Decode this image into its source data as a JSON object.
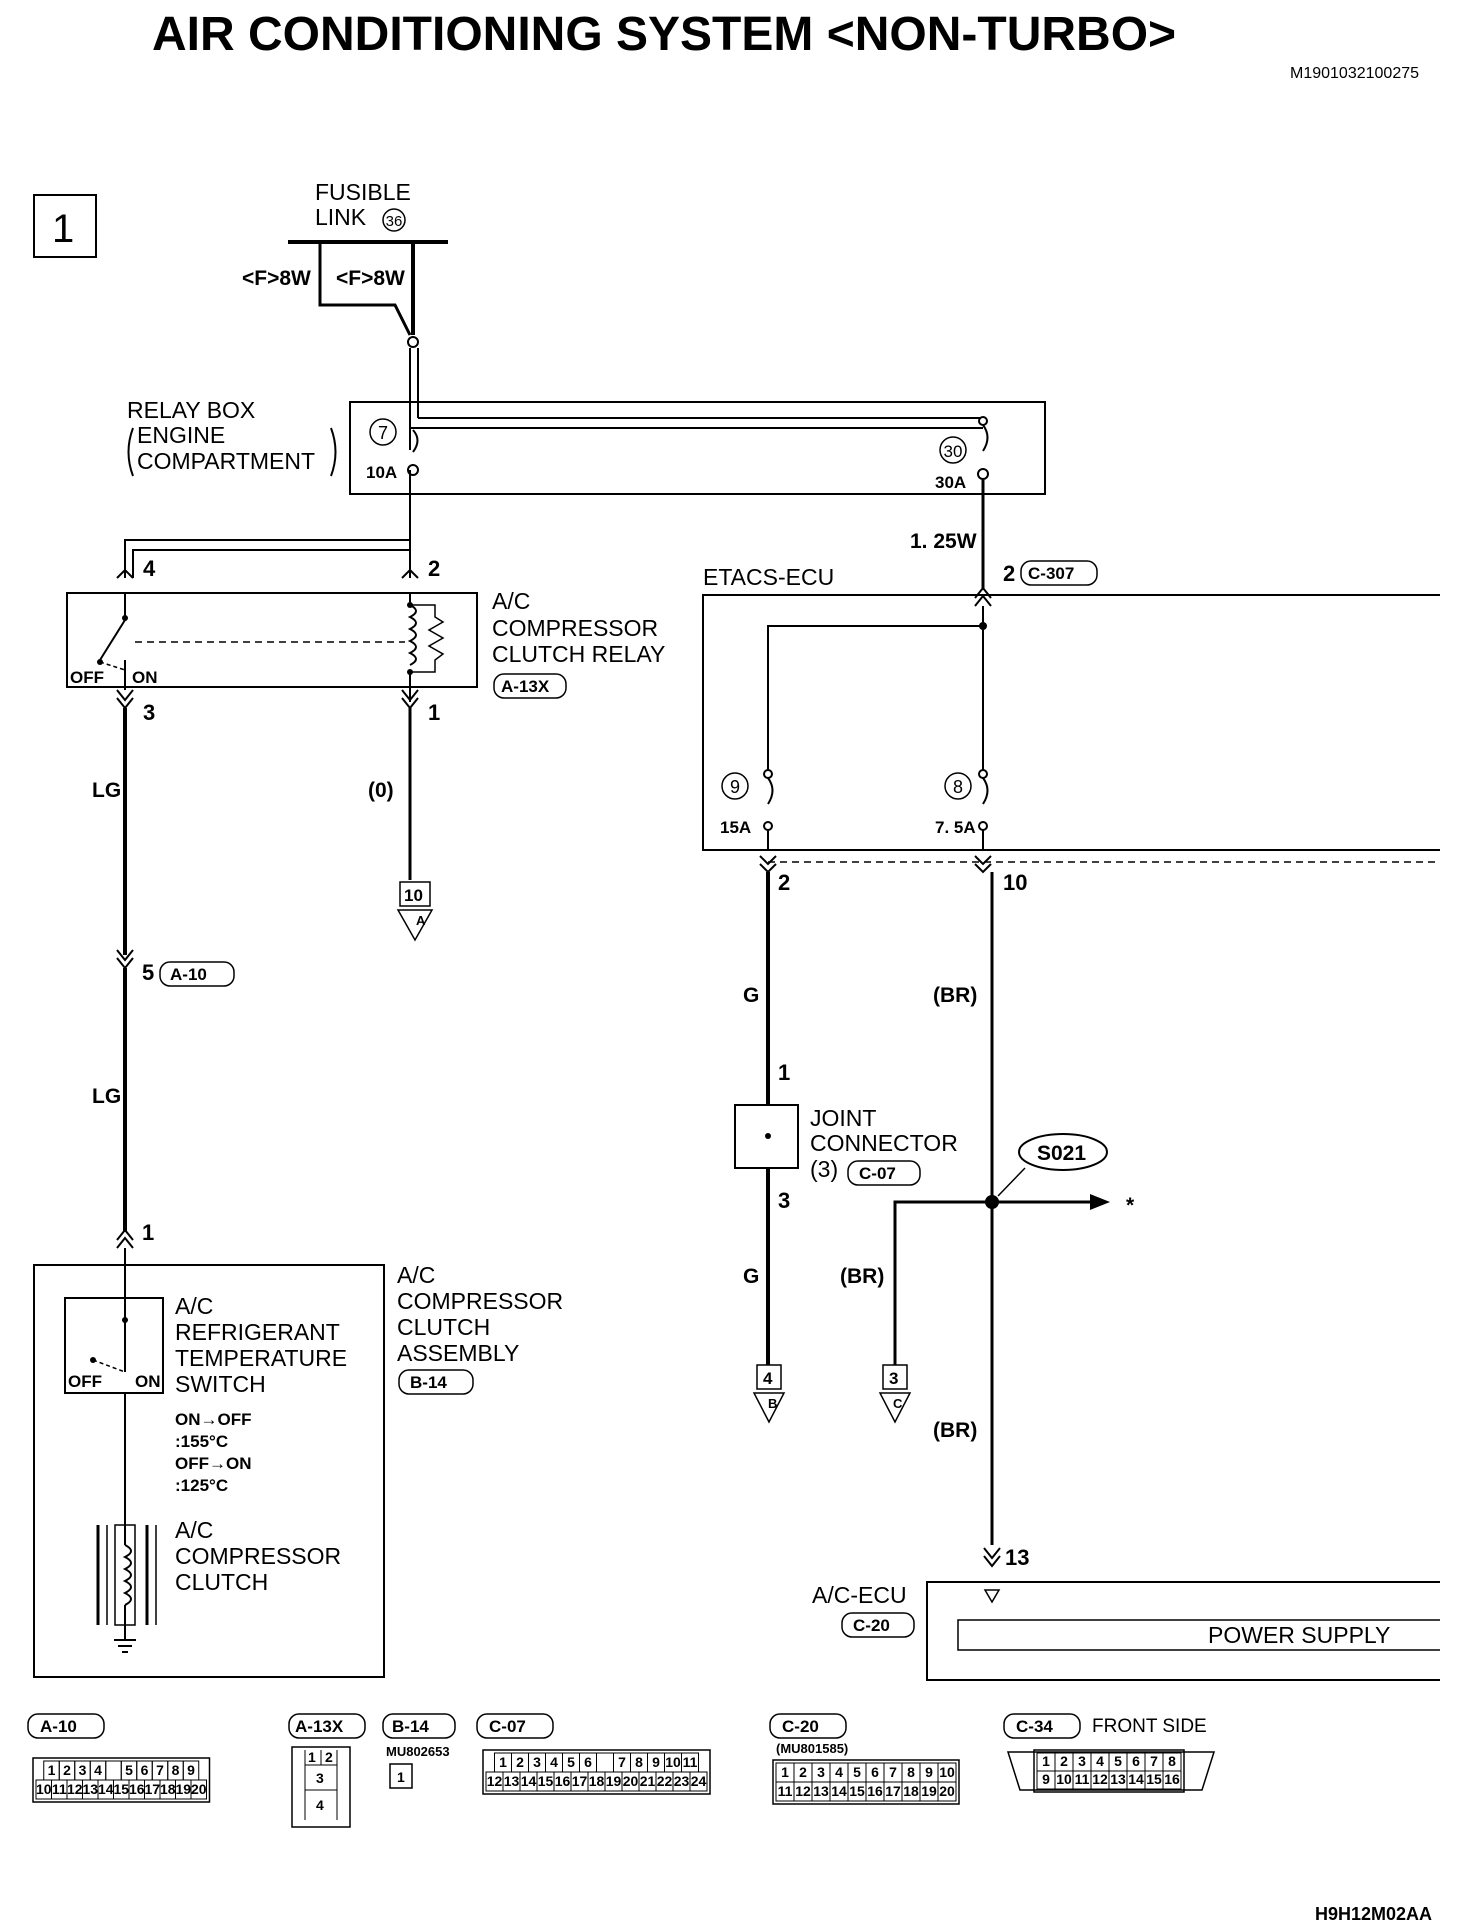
{
  "title": "AIR CONDITIONING SYSTEM <NON-TURBO>",
  "doc_code": "M1901032100275",
  "page_number": "1",
  "footer_code": "H9H12M02AA",
  "fusible_link": {
    "label_line1": "FUSIBLE",
    "label_line2": "LINK",
    "number": "36",
    "wire_left": "<F>8W",
    "wire_right": "<F>8W"
  },
  "relay_box": {
    "label_line1": "RELAY BOX",
    "label_line2": "ENGINE",
    "label_line3": "COMPARTMENT",
    "fuse7_num": "7",
    "fuse7_amp": "10A",
    "fuse30_num": "30",
    "fuse30_amp": "30A",
    "wire_out": "1. 25W"
  },
  "ac_relay": {
    "label_line1": "A/C",
    "label_line2": "COMPRESSOR",
    "label_line3": "CLUTCH RELAY",
    "connector": "A-13X",
    "pin_top_left": "4",
    "pin_top_right": "2",
    "pin_bot_left": "3",
    "pin_bot_right": "1",
    "off": "OFF",
    "on": "ON"
  },
  "wires": {
    "lg1": "LG",
    "zero": "(0)",
    "conn_pin": "5",
    "conn_a10": "A-10",
    "lg2": "LG",
    "pin1": "1",
    "g1": "G",
    "br1": "(BR)",
    "g2": "G",
    "br2": "(BR)",
    "br3": "(BR)"
  },
  "ground_a": {
    "num": "10",
    "letter": "A"
  },
  "ground_b": {
    "num": "4",
    "letter": "B"
  },
  "ground_c": {
    "num": "3",
    "letter": "C"
  },
  "etacs": {
    "label": "ETACS-ECU",
    "pin_in": "2",
    "connector": "C-307",
    "fuse9_num": "9",
    "fuse9_amp": "15A",
    "fuse8_num": "8",
    "fuse8_amp": "7. 5A",
    "pin_out_left": "2",
    "pin_out_right": "10"
  },
  "joint_connector": {
    "label_line1": "JOINT",
    "label_line2": "CONNECTOR",
    "label_line3": "(3)",
    "connector": "C-07",
    "pin_top": "1",
    "pin_bot": "3"
  },
  "splice": {
    "label": "S021",
    "arrow_mark": "*"
  },
  "ac_compressor_assembly": {
    "label_line1": "A/C",
    "label_line2": "COMPRESSOR",
    "label_line3": "CLUTCH",
    "label_line4": "ASSEMBLY",
    "connector": "B-14",
    "switch_line1": "A/C",
    "switch_line2": "REFRIGERANT",
    "switch_line3": "TEMPERATURE",
    "switch_line4": "SWITCH",
    "off": "OFF",
    "on": "ON",
    "spec_line1": "ON→OFF",
    "spec_line2": ":155°C",
    "spec_line3": "OFF→ON",
    "spec_line4": ":125°C",
    "clutch_line1": "A/C",
    "clutch_line2": "COMPRESSOR",
    "clutch_line3": "CLUTCH"
  },
  "ac_ecu": {
    "label": "A/C-ECU",
    "connector": "C-20",
    "pin": "13",
    "power_supply": "POWER SUPPLY"
  },
  "connectors": {
    "a10": {
      "label": "A-10",
      "row1": [
        "1",
        "2",
        "3",
        "4",
        "",
        "5",
        "6",
        "7",
        "8",
        "9"
      ],
      "row2": [
        "10",
        "11",
        "12",
        "13",
        "14",
        "15",
        "16",
        "17",
        "18",
        "19",
        "20"
      ]
    },
    "a13x": {
      "label": "A-13X",
      "cells": [
        "1",
        "2",
        "3",
        "4"
      ]
    },
    "b14": {
      "label": "B-14",
      "part_no": "MU802653",
      "cell": "1"
    },
    "c07": {
      "label": "C-07",
      "row1": [
        "1",
        "2",
        "3",
        "4",
        "5",
        "6",
        "",
        "7",
        "8",
        "9",
        "10",
        "11"
      ],
      "row2": [
        "12",
        "13",
        "14",
        "15",
        "16",
        "17",
        "18",
        "19",
        "20",
        "21",
        "22",
        "23",
        "24"
      ]
    },
    "c20": {
      "label": "C-20",
      "part_no": "(MU801585)",
      "row1": [
        "1",
        "2",
        "3",
        "4",
        "5",
        "6",
        "7",
        "8",
        "9",
        "10"
      ],
      "row2": [
        "11",
        "12",
        "13",
        "14",
        "15",
        "16",
        "17",
        "18",
        "19",
        "20"
      ]
    },
    "c34": {
      "label": "C-34",
      "note": "FRONT SIDE",
      "row1": [
        "1",
        "2",
        "3",
        "4",
        "5",
        "6",
        "7",
        "8"
      ],
      "row2": [
        "9",
        "10",
        "11",
        "12",
        "13",
        "14",
        "15",
        "16"
      ]
    }
  }
}
